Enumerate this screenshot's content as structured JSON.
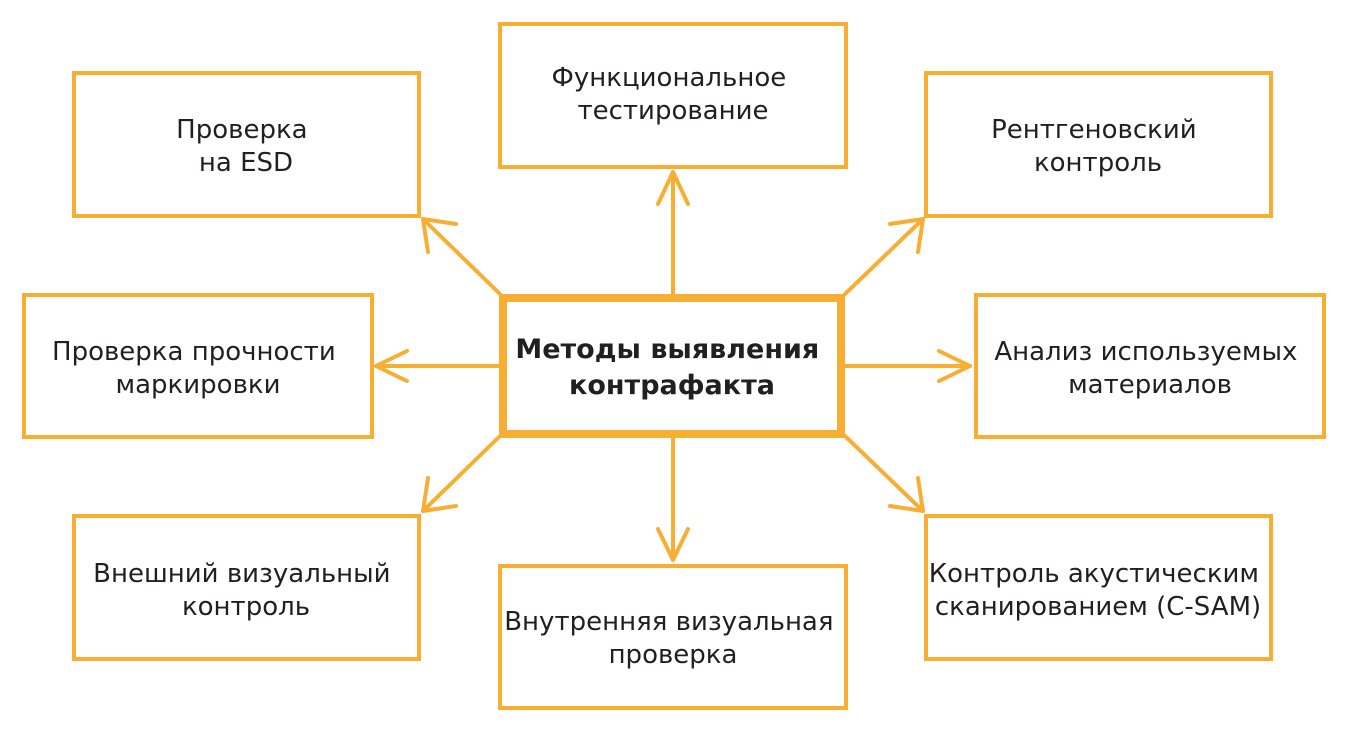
{
  "colors": {
    "accent": "#F7AE33",
    "text": "#231F20",
    "background": "#FFFFFF"
  },
  "center": {
    "lines": [
      "Методы выявления",
      "контрафакта"
    ]
  },
  "nodes": {
    "functional_testing": {
      "lines": [
        "Функциональное",
        "тестирование"
      ]
    },
    "esd_check": {
      "lines": [
        "Проверка",
        "на ESD"
      ]
    },
    "xray_control": {
      "lines": [
        "Рентгеновский",
        "контроль"
      ]
    },
    "marking_strength": {
      "lines": [
        "Проверка прочности",
        "маркировки"
      ]
    },
    "materials_analysis": {
      "lines": [
        "Анализ используемых",
        "материалов"
      ]
    },
    "external_visual": {
      "lines": [
        "Внешний визуальный",
        "контроль"
      ]
    },
    "internal_visual": {
      "lines": [
        "Внутренняя визуальная",
        "проверка"
      ]
    },
    "acoustic_scan": {
      "lines": [
        "Контроль акустическим",
        "сканированием (C-SAM)"
      ]
    }
  }
}
